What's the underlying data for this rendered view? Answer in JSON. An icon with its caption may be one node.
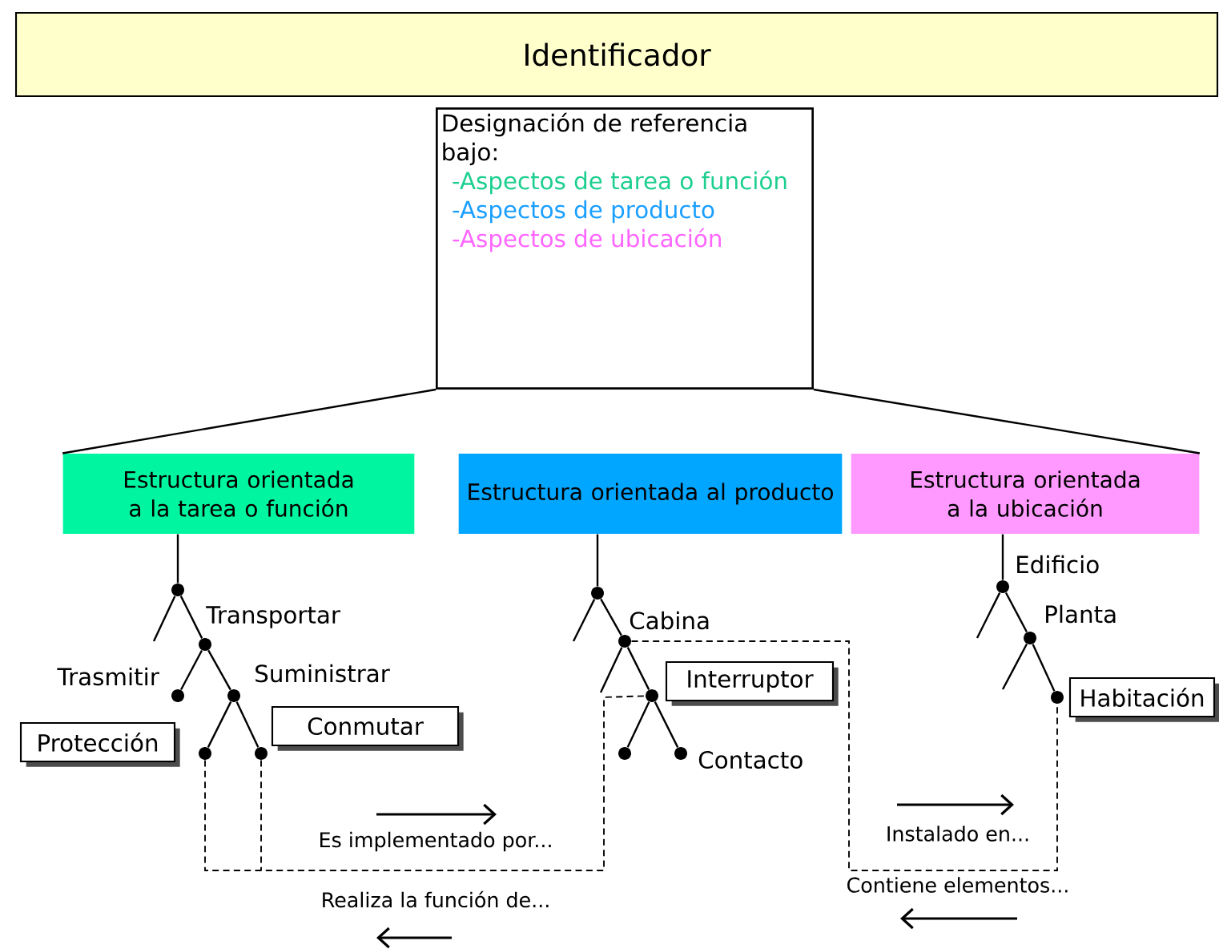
{
  "diagram": {
    "nodes": [
      {
        "text": [
          "Identificador"
        ]
      },
      {
        "text": [
          "Designación de referencia bajo:",
          "-Aspectos de tarea o función",
          "-Aspectos de producto",
          "-Aspectos de ubicación"
        ]
      },
      {
        "text": [
          "Estructura orientada a la tarea o función"
        ]
      },
      {
        "text": [
          "Estructura orientada al producto"
        ]
      },
      {
        "text": [
          "Estructura orientada a la ubicación"
        ]
      },
      {
        "text": [],
        "shape": "circle"
      },
      {
        "text": [],
        "shape": "circle",
        "beside": [
          "Transportar"
        ]
      },
      {
        "text": [],
        "shape": "circle",
        "beside": [
          "Trasmitir"
        ]
      },
      {
        "text": [],
        "shape": "circle",
        "beside": [
          "Suministrar"
        ]
      },
      {
        "text": [
          "Protección"
        ]
      },
      {
        "text": [],
        "shape": "circle"
      },
      {
        "text": [
          "Conmutar"
        ]
      },
      {
        "text": [],
        "shape": "circle"
      },
      {
        "text": [],
        "shape": "circle"
      },
      {
        "text": [],
        "shape": "circle",
        "beside": [
          "Cabina"
        ]
      },
      {
        "text": [],
        "shape": "circle"
      },
      {
        "text": [
          "Interruptor"
        ]
      },
      {
        "text": [],
        "shape": "circle"
      },
      {
        "text": [],
        "shape": "circle",
        "beside": [
          "Contacto"
        ]
      },
      {
        "text": [],
        "shape": "circle",
        "beside": [
          "Edificio"
        ]
      },
      {
        "text": [],
        "shape": "circle",
        "beside": [
          "Planta"
        ]
      },
      {
        "text": [],
        "shape": "circle"
      },
      {
        "text": [
          "Habitación"
        ]
      }
    ],
    "edges": [
      {
        "from": 1,
        "to": 2,
        "arrow": "none"
      },
      {
        "from": 1,
        "to": 4,
        "arrow": "none"
      },
      {
        "from": 2,
        "to": 5,
        "arrow": "none"
      },
      {
        "from": 5,
        "to": null,
        "arrow": "none"
      },
      {
        "from": 5,
        "to": 6,
        "arrow": "none"
      },
      {
        "from": 6,
        "to": 7,
        "arrow": "none"
      },
      {
        "from": 6,
        "to": 8,
        "arrow": "none"
      },
      {
        "from": 8,
        "to": 10,
        "arrow": "none"
      },
      {
        "from": 8,
        "to": 12,
        "arrow": "none"
      },
      {
        "from": 3,
        "to": 13,
        "arrow": "none"
      },
      {
        "from": 13,
        "to": null,
        "arrow": "none"
      },
      {
        "from": 13,
        "to": 14,
        "arrow": "none"
      },
      {
        "from": 14,
        "to": null,
        "arrow": "none"
      },
      {
        "from": 14,
        "to": 15,
        "arrow": "none"
      },
      {
        "from": 15,
        "to": 17,
        "arrow": "none"
      },
      {
        "from": 15,
        "to": 18,
        "arrow": "none"
      },
      {
        "from": 4,
        "to": 19,
        "arrow": "none"
      },
      {
        "from": 19,
        "to": null,
        "arrow": "none"
      },
      {
        "from": 19,
        "to": 20,
        "arrow": "none"
      },
      {
        "from": 20,
        "to": null,
        "arrow": "none"
      },
      {
        "from": 20,
        "to": 21,
        "arrow": "none"
      },
      {
        "from": 10,
        "to": 15,
        "arrow": "none",
        "style": "dashed"
      },
      {
        "from": 12,
        "to": 15,
        "arrow": "none",
        "style": "dashed"
      },
      {
        "from": 14,
        "to": 21,
        "arrow": "none",
        "style": "dashed"
      }
    ],
    "labels": [
      "Es implementado por...",
      "Realiza la función de...",
      "Instalado en...",
      "Contiene elementos..."
    ]
  }
}
